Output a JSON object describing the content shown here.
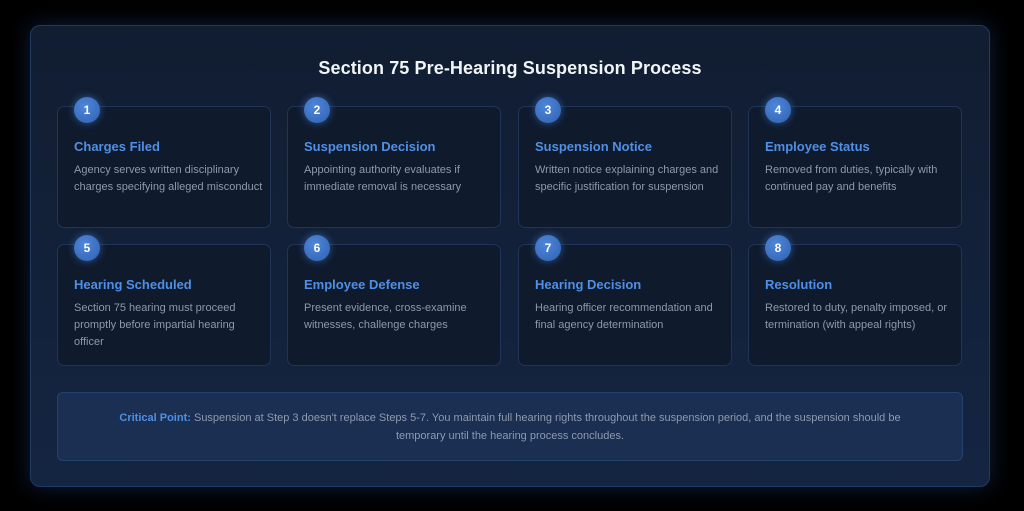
{
  "title": "Section 75 Pre-Hearing Suspension Process",
  "colors": {
    "background": "#000000",
    "panel": "#111d31",
    "card": "#0f1a2d",
    "accent": "#4f8fe6",
    "badge": "#3d72c4",
    "title_text": "#f1f4f8",
    "body_text": "#8e99ab",
    "callout_bg": "#1a2f51"
  },
  "steps": [
    {
      "number": "1",
      "title": "Charges Filed",
      "description": "Agency serves written disciplinary charges specifying alleged misconduct"
    },
    {
      "number": "2",
      "title": "Suspension Decision",
      "description": "Appointing authority evaluates if immediate removal is necessary"
    },
    {
      "number": "3",
      "title": "Suspension Notice",
      "description": "Written notice explaining charges and specific justification for suspension"
    },
    {
      "number": "4",
      "title": "Employee Status",
      "description": "Removed from duties, typically with continued pay and benefits"
    },
    {
      "number": "5",
      "title": "Hearing Scheduled",
      "description": "Section 75 hearing must proceed promptly before impartial hearing officer"
    },
    {
      "number": "6",
      "title": "Employee Defense",
      "description": "Present evidence, cross-examine witnesses, challenge charges"
    },
    {
      "number": "7",
      "title": "Hearing Decision",
      "description": "Hearing officer recommendation and final agency determination"
    },
    {
      "number": "8",
      "title": "Resolution",
      "description": "Restored to duty, penalty imposed, or termination (with appeal rights)"
    }
  ],
  "callout": {
    "label": "Critical Point:",
    "text": " Suspension at Step 3 doesn't replace Steps 5-7. You maintain full hearing rights throughout the suspension period, and the suspension should be temporary until the hearing process concludes."
  }
}
